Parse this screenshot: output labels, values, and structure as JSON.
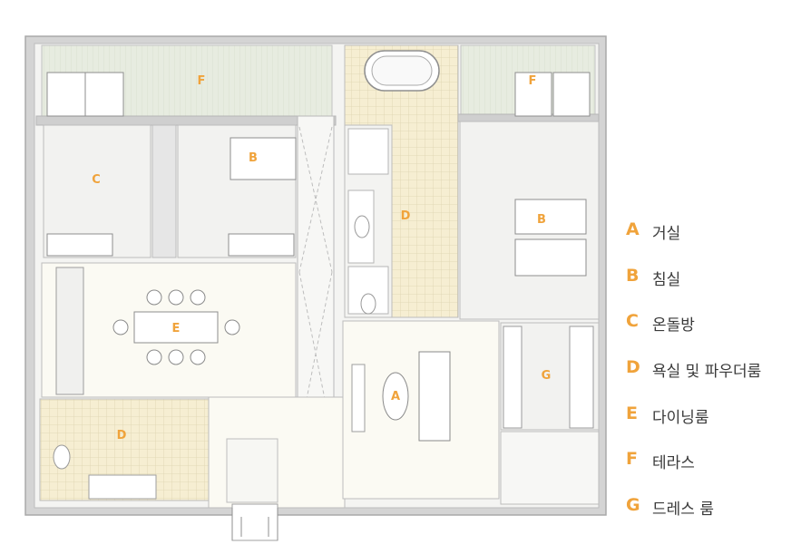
{
  "accent_color": "#f0a33b",
  "floor_colors": {
    "main_floor": "#fbfaf3",
    "terrace": "#e7ebe0",
    "room": "#f2f2f0",
    "tile": "#f5edcf",
    "wall": "#c9c9c9"
  },
  "plan_labels": {
    "living": "A",
    "bedroom_1": "B",
    "bedroom_2": "B",
    "ondol": "C",
    "bath_1": "D",
    "bath_2": "D",
    "dining": "E",
    "terrace_1": "F",
    "terrace_2": "F",
    "dress": "G"
  },
  "legend": [
    {
      "letter": "A",
      "text": "거실"
    },
    {
      "letter": "B",
      "text": "침실"
    },
    {
      "letter": "C",
      "text": "온돌방"
    },
    {
      "letter": "D",
      "text": "욕실 및 파우더룸"
    },
    {
      "letter": "E",
      "text": "다이닝룸"
    },
    {
      "letter": "F",
      "text": "테라스"
    },
    {
      "letter": "G",
      "text": "드레스 룸"
    }
  ]
}
